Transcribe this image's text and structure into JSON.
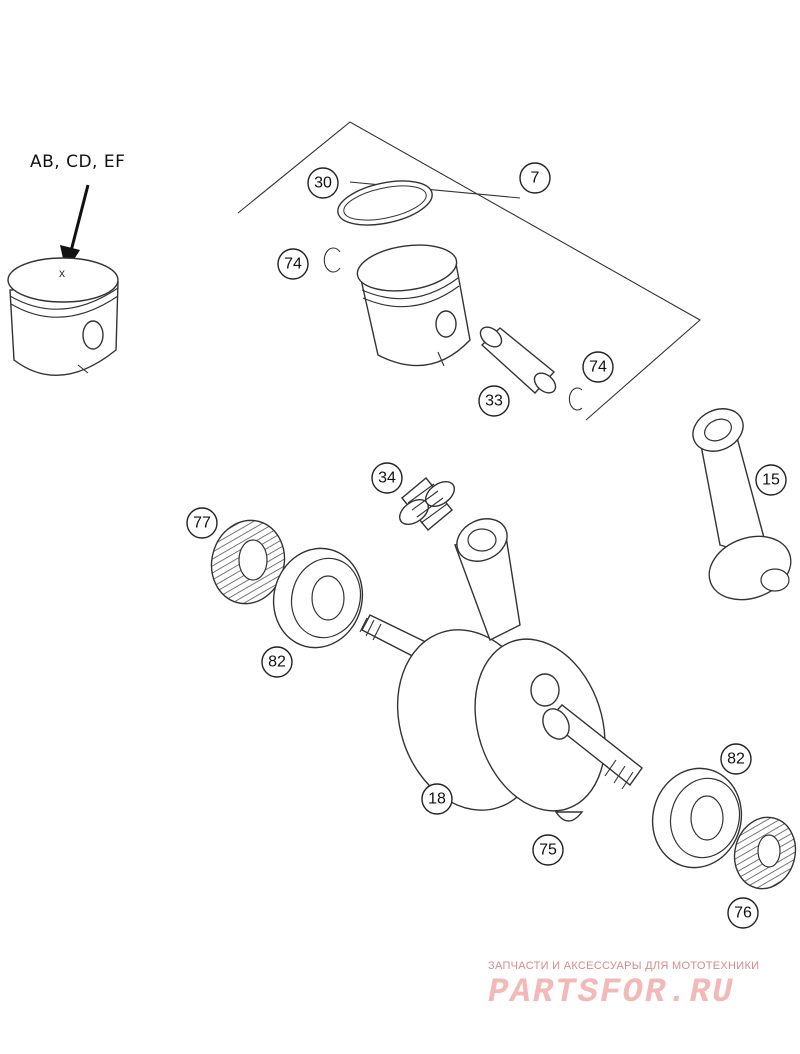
{
  "variant_label": "AB, CD, EF",
  "callouts": [
    {
      "id": "c30",
      "text": "30"
    },
    {
      "id": "c7",
      "text": "7"
    },
    {
      "id": "c74a",
      "text": "74"
    },
    {
      "id": "c74b",
      "text": "74"
    },
    {
      "id": "c33",
      "text": "33"
    },
    {
      "id": "c15",
      "text": "15"
    },
    {
      "id": "c34",
      "text": "34"
    },
    {
      "id": "c77",
      "text": "77"
    },
    {
      "id": "c82a",
      "text": "82"
    },
    {
      "id": "c18",
      "text": "18"
    },
    {
      "id": "c82b",
      "text": "82"
    },
    {
      "id": "c75",
      "text": "75"
    },
    {
      "id": "c76",
      "text": "76"
    }
  ],
  "watermark": {
    "tagline": "ЗАПЧАСТИ И АКСЕССУАРЫ ДЛЯ МОТОТЕХНИКИ",
    "logo": "PARTSFOR.RU"
  }
}
